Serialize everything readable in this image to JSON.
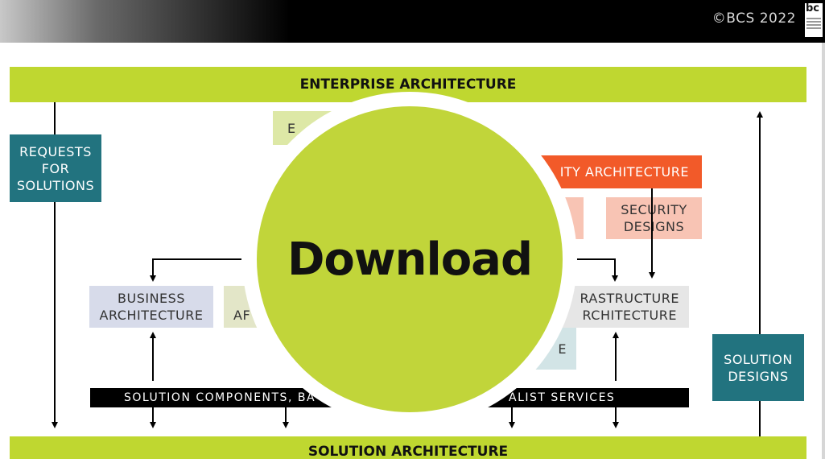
{
  "header": {
    "copyright": "©BCS 2022",
    "logo_text": "bc"
  },
  "bands": {
    "top": "ENTERPRISE ARCHITECTURE",
    "bottom": "SOLUTION ARCHITECTURE"
  },
  "boxes": {
    "requests": "REQUESTS\nFOR\nSOLUTIONS",
    "top_partial": "E",
    "security_arch": "ITY ARCHITECTURE",
    "security_designs": "SECURITY\nDESIGNS",
    "business_arch": "BUSINESS\nARCHITECTURE",
    "left_partial": "AF",
    "infra_arch": "RASTRUCTURE\nRCHITECTURE",
    "bottom_partial": "E",
    "solution_designs": "SOLUTION\nDESIGNS"
  },
  "bar": {
    "left_text": "SOLUTION COMPONENTS, BA",
    "right_text": "ALIST SERVICES"
  },
  "overlay": {
    "label": "Download"
  },
  "colors": {
    "green": "#bfd730",
    "teal": "#22737f",
    "orange": "#f25a29",
    "salmon": "#f8c4b4",
    "lavender": "#d7dbea"
  }
}
